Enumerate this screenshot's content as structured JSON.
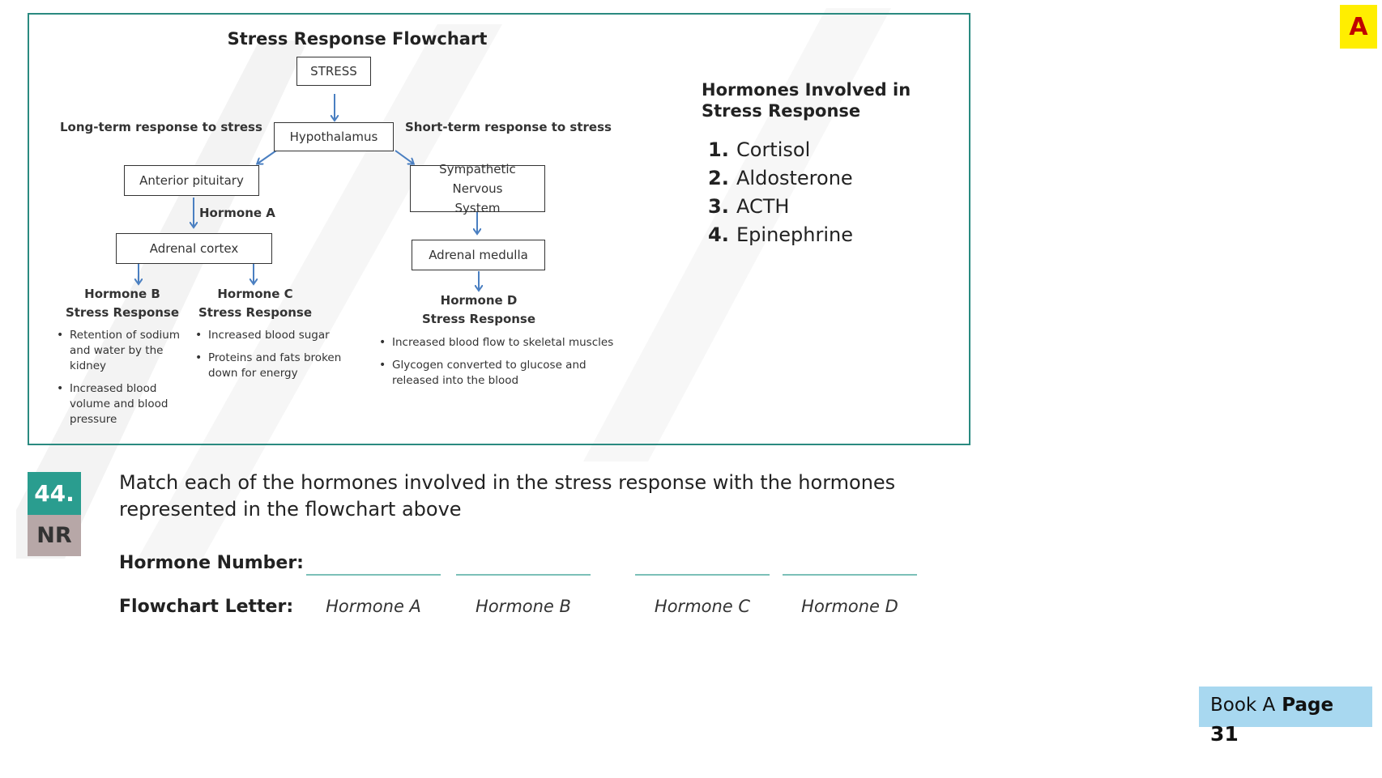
{
  "badge": "A",
  "flowchart": {
    "title": "Stress Response Flowchart",
    "nodes": {
      "stress": "STRESS",
      "hypothalamus": "Hypothalamus",
      "anterior_pituitary": "Anterior pituitary",
      "sympathetic": "Sympathetic Nervous System",
      "adrenal_cortex": "Adrenal cortex",
      "adrenal_medulla": "Adrenal medulla"
    },
    "labels": {
      "long_term": "Long-term response to stress",
      "short_term": "Short-term response to stress",
      "hormone_a": "Hormone A"
    },
    "responses": [
      {
        "title": "Hormone B Stress Response",
        "bullets": [
          "Retention of sodium and water by the kidney",
          "Increased blood volume and blood pressure"
        ]
      },
      {
        "title": "Hormone C Stress Response",
        "bullets": [
          "Increased blood sugar",
          "Proteins and fats broken down for energy"
        ]
      },
      {
        "title": "Hormone D Stress Response",
        "bullets": [
          "Increased blood flow to skeletal muscles",
          "Glycogen converted to glucose and released into the blood"
        ]
      }
    ]
  },
  "hormones_box": {
    "heading": "Hormones Involved in Stress Response",
    "items": [
      {
        "num": "1.",
        "name": "Cortisol"
      },
      {
        "num": "2.",
        "name": "Aldosterone"
      },
      {
        "num": "3.",
        "name": "ACTH"
      },
      {
        "num": "4.",
        "name": "Epinephrine"
      }
    ]
  },
  "question": {
    "number": "44.",
    "type": "NR",
    "text": "Match each of the hormones involved in the stress response with the hormones represented in the flowchart above",
    "hormone_number_label": "Hormone Number:",
    "flowchart_letter_label": "Flowchart Letter:",
    "letters": [
      "Hormone A",
      "Hormone B",
      "Hormone C",
      "Hormone D"
    ]
  },
  "footer": {
    "book": "Book A",
    "page_label": "Page",
    "page_number": "31"
  },
  "colors": {
    "frame": "#2a8a80",
    "arrow": "#4a7fc1",
    "question_badge": "#2a9d8f",
    "type_badge": "#b7a7a7",
    "answer_line": "#7cc0b8",
    "page_tag": "#a8d8f0",
    "corner_badge": "#ffee00"
  }
}
